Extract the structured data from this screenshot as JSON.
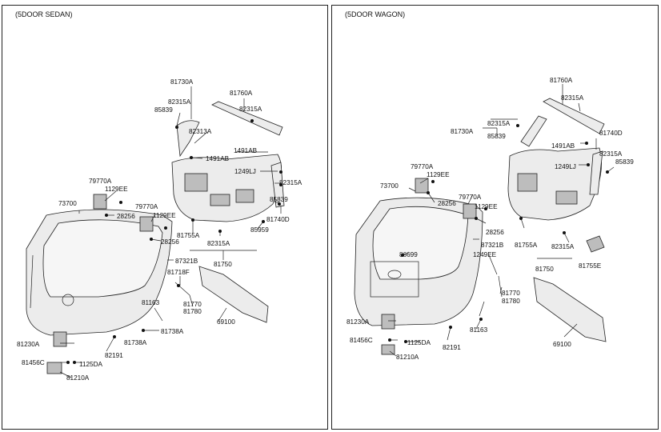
{
  "left_panel": {
    "title": "(5DOOR SEDAN)",
    "labels": [
      "81730A",
      "81760A",
      "82315A",
      "85839",
      "82315A",
      "82313A",
      "1491AB",
      "1491AB",
      "1249LJ",
      "82315A",
      "85839",
      "81740D",
      "79770A",
      "1129EE",
      "28256",
      "79770A",
      "1129EE",
      "28256",
      "73700",
      "81755A",
      "82315A",
      "85959",
      "87321B",
      "81750",
      "81718F",
      "81163",
      "81770",
      "81780",
      "81738A",
      "81738A",
      "81230A",
      "82191",
      "81456C",
      "1125DA",
      "81210A",
      "69100"
    ]
  },
  "right_panel": {
    "title": "(5DOOR WAGON)",
    "labels": [
      "81760A",
      "82315A",
      "82315A",
      "81730A",
      "85839",
      "81740D",
      "1491AB",
      "82315A",
      "85839",
      "1249LJ",
      "79770A",
      "1129EE",
      "28256",
      "73700",
      "79770A",
      "1129EE",
      "28256",
      "87321B",
      "86699",
      "1249EE",
      "81755A",
      "82315A",
      "81750",
      "81755E",
      "81770",
      "81780",
      "81163",
      "81230A",
      "81456C",
      "1125DA",
      "82191",
      "81210A",
      "69100"
    ]
  }
}
